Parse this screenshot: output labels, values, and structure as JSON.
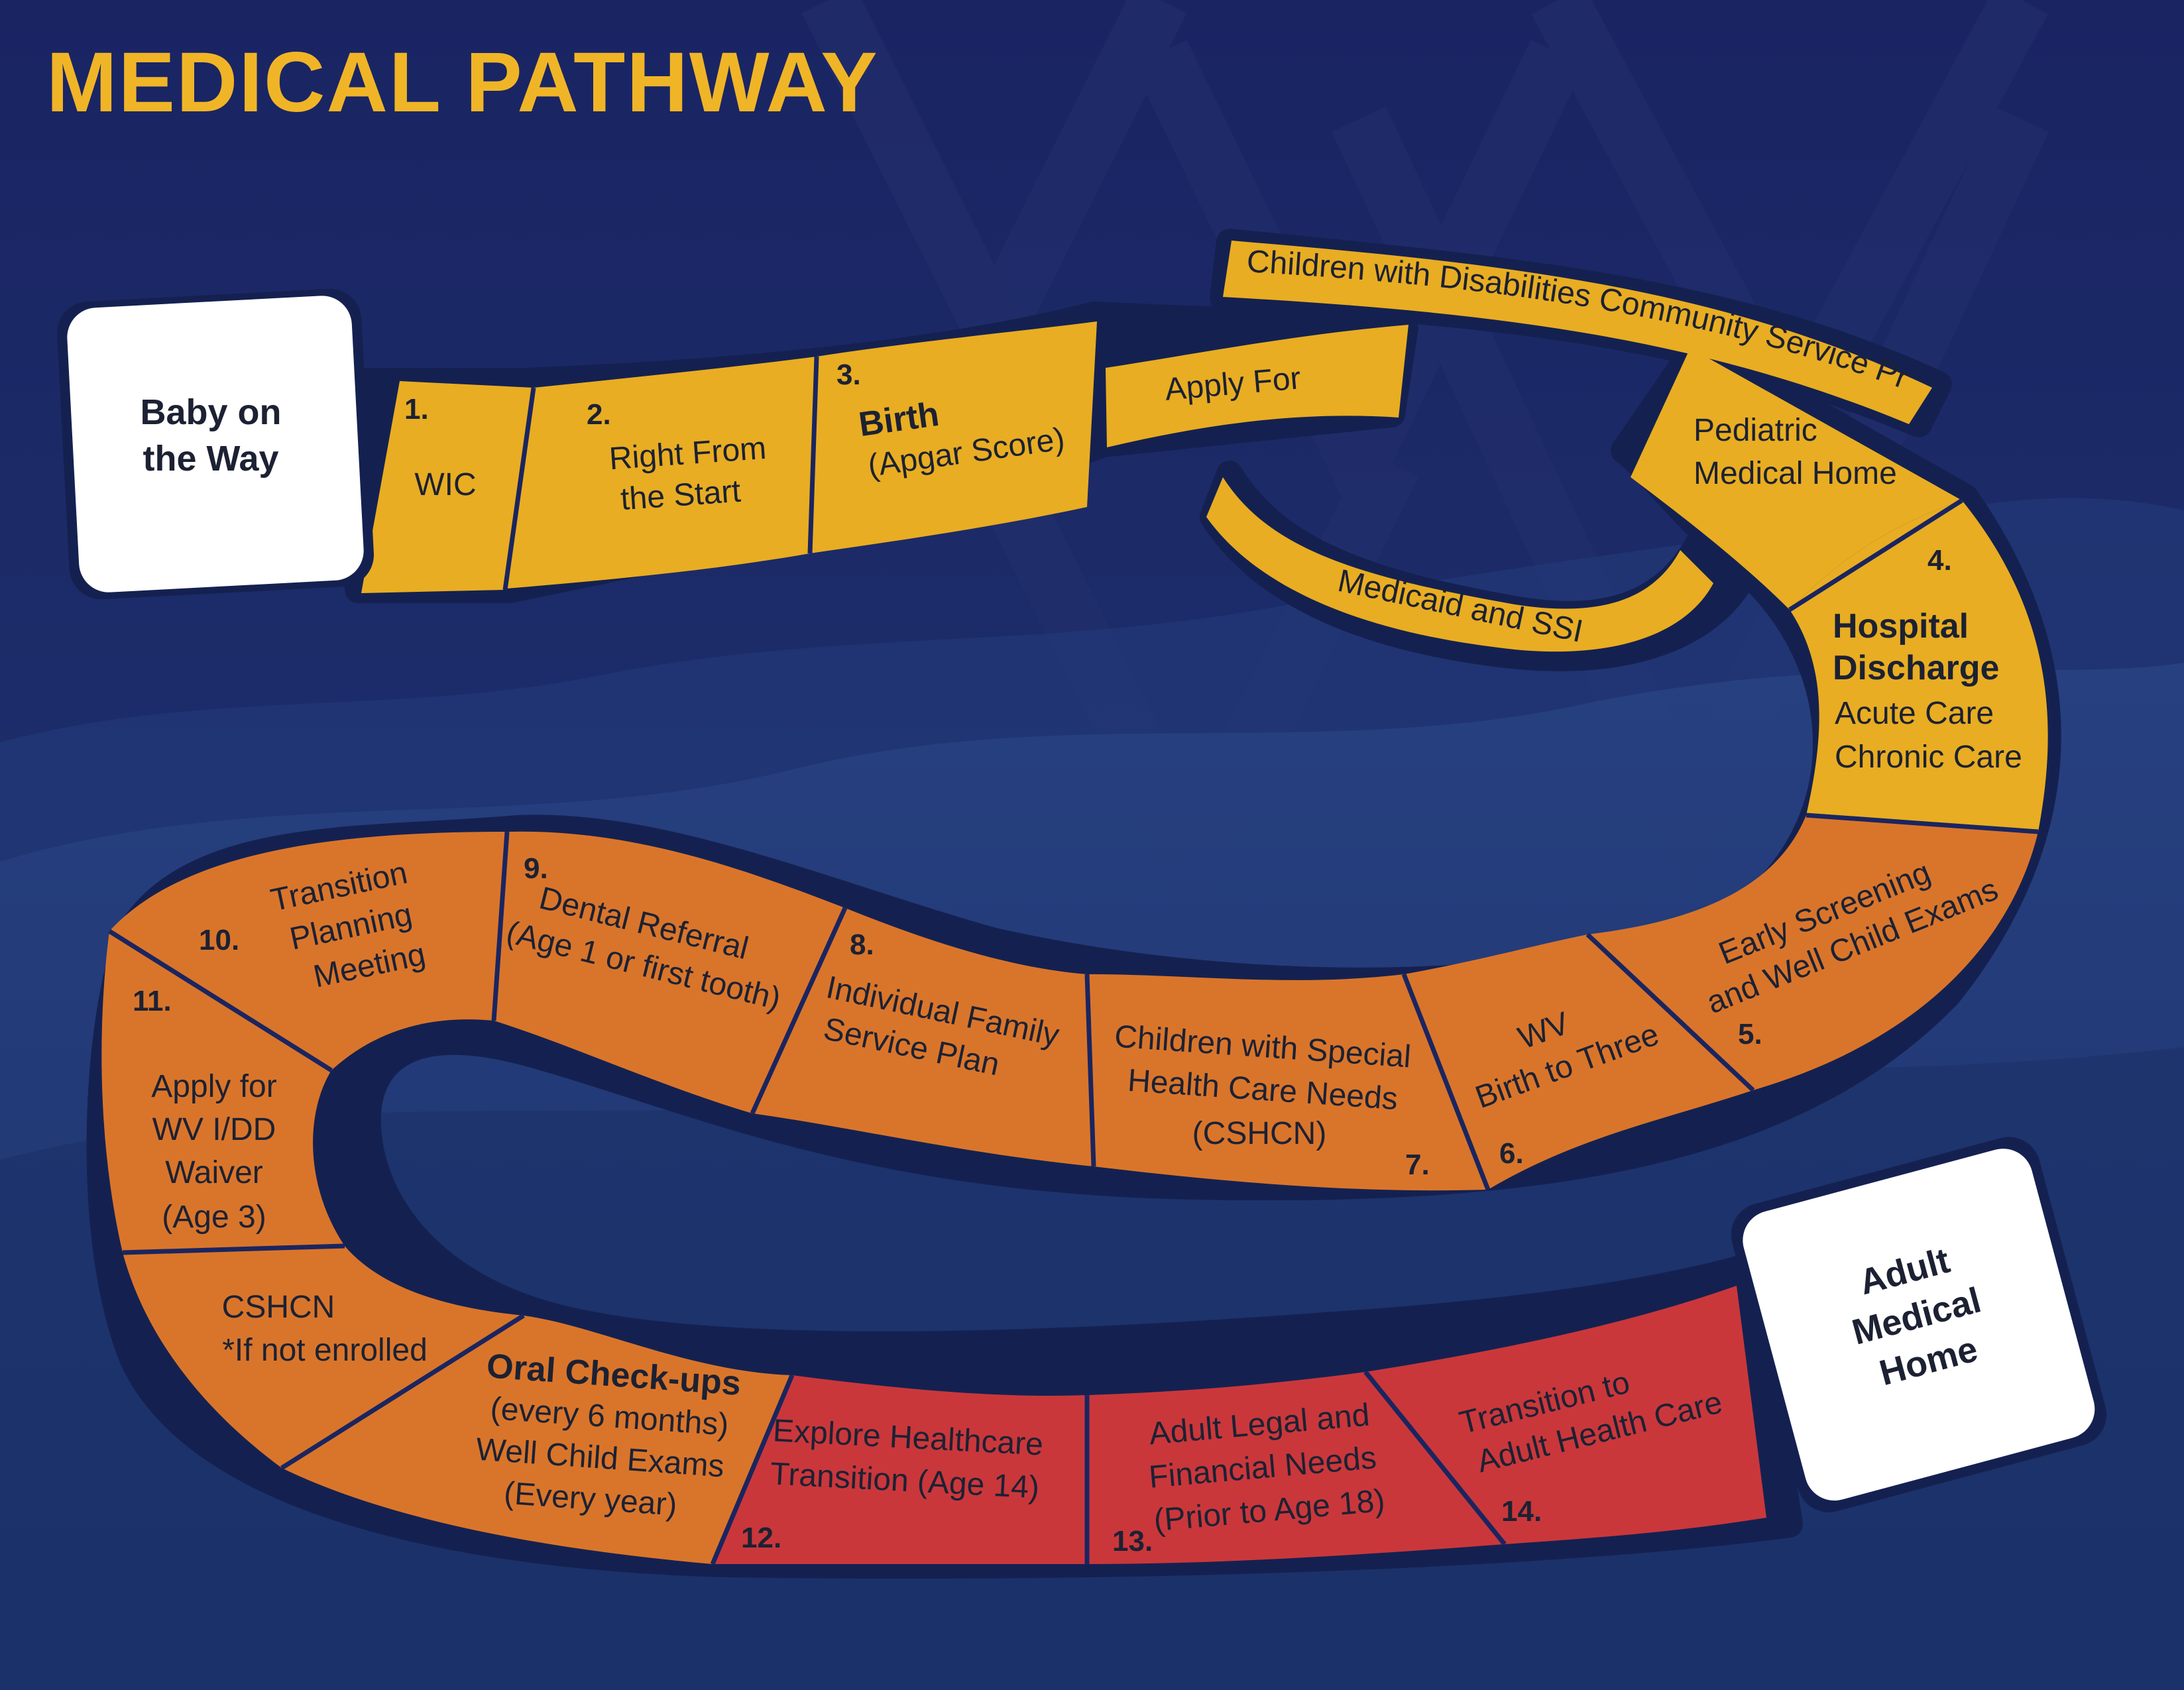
{
  "title": "MEDICAL PATHWAY",
  "colors": {
    "background_top": "#1a2463",
    "background_bottom": "#1d3470",
    "gold": "#e8ad22",
    "orange": "#d9752b",
    "red": "#c9373b",
    "outline": "#142150",
    "title": "#f0b527",
    "card": "#ffffff"
  },
  "start_card": {
    "lines": [
      "Baby on",
      "the Way"
    ]
  },
  "end_card": {
    "lines": [
      "Adult",
      "Medical",
      "Home"
    ]
  },
  "steps": [
    {
      "number": "1.",
      "lines": [
        "WIC"
      ]
    },
    {
      "number": "2.",
      "lines": [
        "Right From",
        "the Start"
      ]
    },
    {
      "number": "3.",
      "heading": "Birth",
      "lines": [
        "(Apgar Score)"
      ]
    },
    {
      "number": "4.",
      "heading_lines": [
        "Hospital",
        "Discharge"
      ],
      "lines": [
        "Acute Care",
        "Chronic Care"
      ]
    },
    {
      "number": "5.",
      "lines": [
        "Early Screening",
        "and Well Child Exams"
      ]
    },
    {
      "number": "6.",
      "lines": [
        "WV",
        "Birth to Three"
      ]
    },
    {
      "number": "7.",
      "lines": [
        "Children with Special",
        "Health Care Needs",
        "(CSHCN)"
      ]
    },
    {
      "number": "8.",
      "lines": [
        "Individual Family",
        "Service Plan"
      ]
    },
    {
      "number": "9.",
      "lines": [
        "Dental Referral",
        "(Age 1 or first tooth)"
      ]
    },
    {
      "number": "10.",
      "lines": [
        "Transition",
        "Planning",
        "Meeting"
      ]
    },
    {
      "number": "11.",
      "lines": [
        "Apply for",
        "WV I/DD",
        "Waiver",
        "(Age 3)"
      ]
    },
    {
      "number": "",
      "lines": [
        "CSHCN",
        "*If not enrolled"
      ]
    },
    {
      "number": "",
      "heading": "Oral Check-ups",
      "lines": [
        "(every 6 months)",
        "Well Child Exams",
        "(Every year)"
      ]
    },
    {
      "number": "12.",
      "lines": [
        "Explore Healthcare",
        "Transition (Age 14)"
      ]
    },
    {
      "number": "13.",
      "lines": [
        "Adult Legal and",
        "Financial Needs",
        "(Prior to Age 18)"
      ]
    },
    {
      "number": "14.",
      "lines": [
        "Transition to",
        "Adult Health Care"
      ]
    }
  ],
  "branches": {
    "apply_for": "Apply For",
    "cdcsp": "Children with Disabilities Community Service Program",
    "medicaid": "Medicaid and SSI",
    "pediatric": [
      "Pediatric",
      "Medical Home"
    ]
  }
}
